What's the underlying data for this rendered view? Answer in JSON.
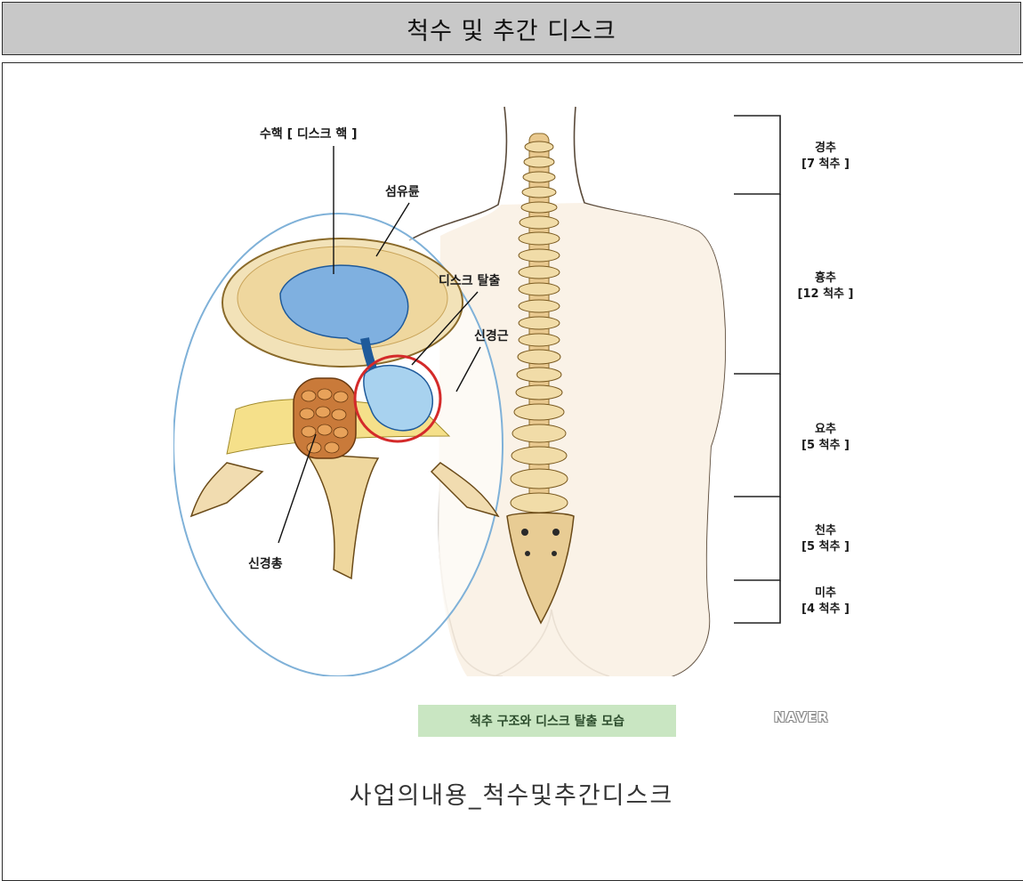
{
  "header": {
    "title": "척수 및 추간 디스크"
  },
  "figure": {
    "labels": {
      "nucleus": "수핵 [ 디스크 핵 ]",
      "annulus": "섬유륜",
      "herniation": "디스크 탈출",
      "nerve_root": "신경근",
      "cauda_equina": "신경총"
    },
    "regions": [
      {
        "name": "경추",
        "count": "[7 척추 ]"
      },
      {
        "name": "흉추",
        "count": "[12 척추 ]"
      },
      {
        "name": "요추",
        "count": "[5 척추 ]"
      },
      {
        "name": "천추",
        "count": "[5 척추 ]"
      },
      {
        "name": "미추",
        "count": "[4 척추 ]"
      }
    ],
    "caption": "척추 구조와 디스크 탈출 모습",
    "watermark": "NAVER"
  },
  "bottom_caption": "사업의내용_척수및추간디스크"
}
